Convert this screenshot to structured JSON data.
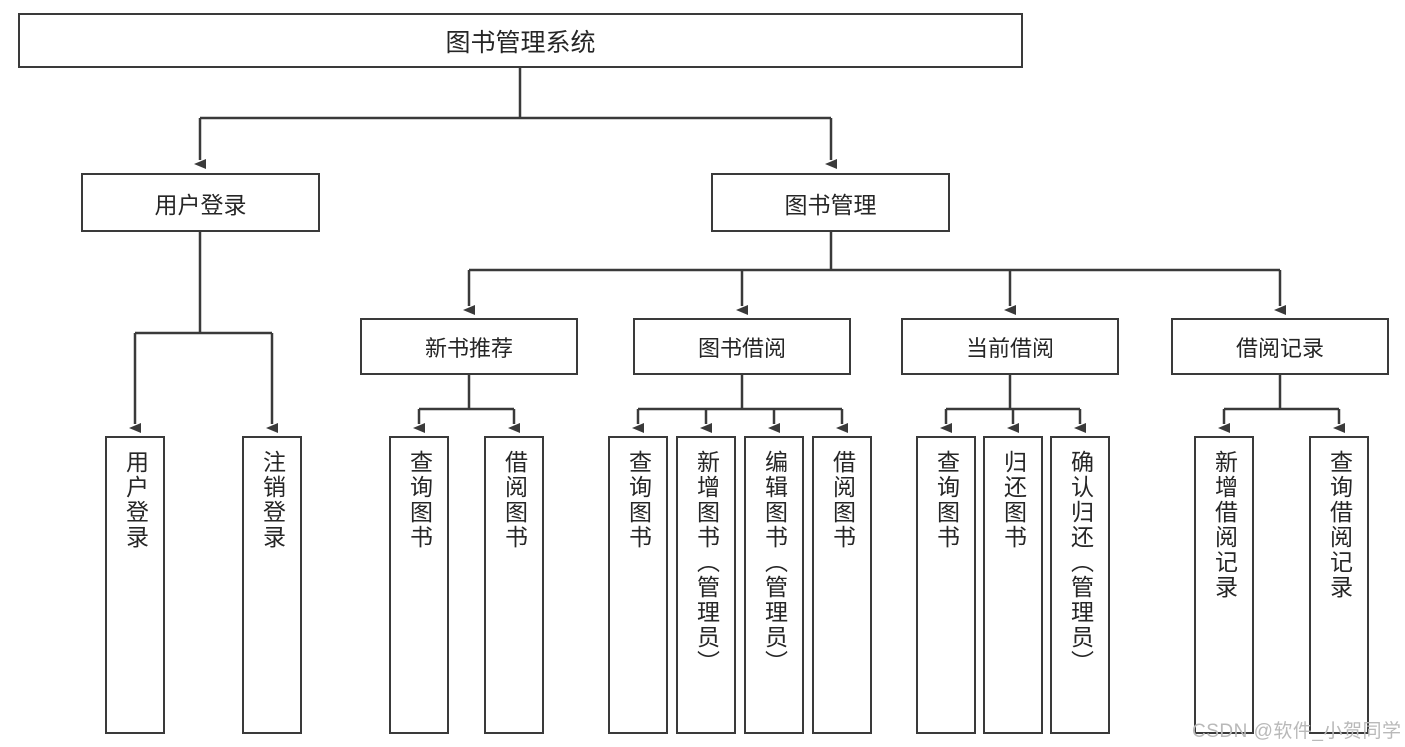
{
  "diagram": {
    "type": "tree-hierarchy",
    "title": "图书管理系统",
    "stroke_color": "#3a3a3a",
    "text_color": "#262626",
    "background": "#ffffff",
    "root": {
      "label": "图书管理系统"
    },
    "level2": [
      {
        "label": "用户登录"
      },
      {
        "label": "图书管理"
      }
    ],
    "level3": [
      {
        "label": "新书推荐"
      },
      {
        "label": "图书借阅"
      },
      {
        "label": "当前借阅"
      },
      {
        "label": "借阅记录"
      }
    ],
    "leaves": {
      "user_login": [
        {
          "label": "用户登录"
        },
        {
          "label": "注销登录"
        }
      ],
      "new_book": [
        {
          "label": "查询图书"
        },
        {
          "label": "借阅图书"
        }
      ],
      "book_borrow": [
        {
          "label": "查询图书"
        },
        {
          "label": "新增图书（管理员）"
        },
        {
          "label": "编辑图书（管理员）"
        },
        {
          "label": "借阅图书"
        }
      ],
      "current_borrow": [
        {
          "label": "查询图书"
        },
        {
          "label": "归还图书"
        },
        {
          "label": "确认归还（管理员）"
        }
      ],
      "borrow_record": [
        {
          "label": "新增借阅记录"
        },
        {
          "label": "查询借阅记录"
        }
      ]
    }
  },
  "watermark": {
    "text": "CSDN @软件_小贺同学"
  }
}
